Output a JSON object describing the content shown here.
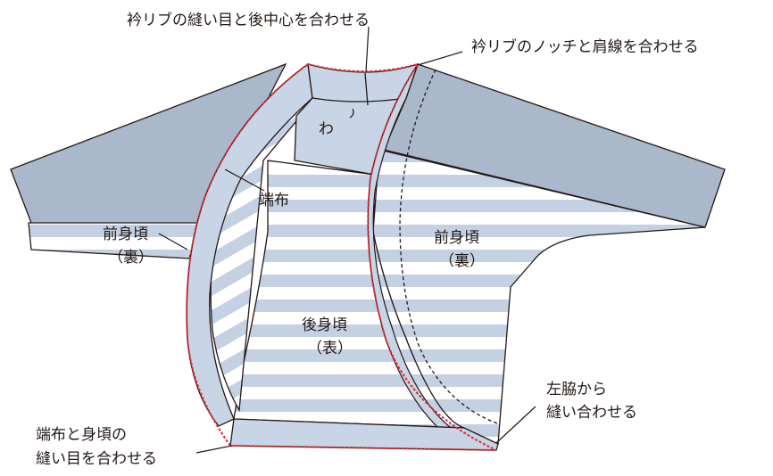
{
  "colors": {
    "stripe_light": "#c3d1e2",
    "sleeve_gray": "#a9b8cb",
    "rib_blue": "#c8d5e6",
    "facing_blue": "#c8d5e6",
    "stitch_red": "#e8262d",
    "outline": "#231815"
  },
  "annotations": {
    "collar_center_back": "衿リブの縫い目と後中心を合わせる",
    "collar_notch_shoulder": "衿リブのノッチと肩線を合わせる",
    "fold": "わ",
    "facing": "端布",
    "left_side": "左脇から",
    "left_side_2": "縫い合わせる",
    "facing_body_1": "端布と身頃の",
    "facing_body_2": "縫い目を合わせる"
  },
  "pieces": {
    "front_left": {
      "name": "前身頃",
      "side": "（裏）"
    },
    "front_right": {
      "name": "前身頃",
      "side": "（裏）"
    },
    "back": {
      "name": "後身頃",
      "side": "（表）"
    }
  }
}
